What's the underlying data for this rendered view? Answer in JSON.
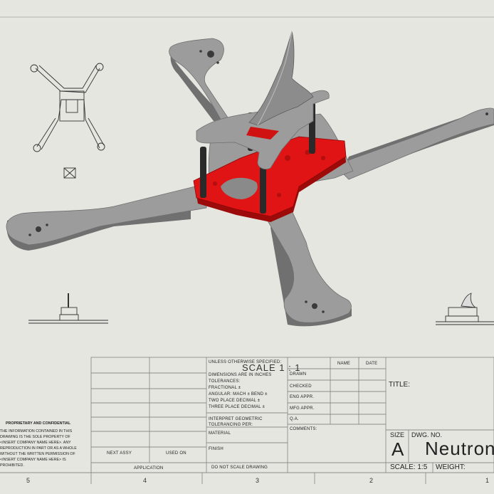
{
  "scale_label": "SCALE 1 : 1",
  "title_block": {
    "tolerance_lines": [
      "UNLESS OTHERWISE SPECIFIED:",
      "DIMENSIONS ARE IN INCHES",
      "TOLERANCES:",
      "FRACTIONAL ±",
      "ANGULAR: MACH ±    BEND ±",
      "TWO PLACE DECIMAL    ±",
      "THREE PLACE DECIMAL   ±"
    ],
    "interpret_geometric": [
      "INTERPRET GEOMETRIC",
      "TOLERANCING PER:"
    ],
    "material_label": "MATERIAL",
    "finish_label": "FINISH",
    "do_not_scale": "DO NOT SCALE DRAWING",
    "name_header": "NAME",
    "date_header": "DATE",
    "signoff_rows": [
      "DRAWN",
      "CHECKED",
      "ENG APPR.",
      "MFG APPR.",
      "Q.A.",
      "COMMENTS:"
    ],
    "title_label": "TITLE:",
    "size_label": "SIZE",
    "size_value": "A",
    "dwg_no_label": "DWG.  NO.",
    "dwg_no_value": "Neutron",
    "scale_field": "SCALE: 1:5",
    "weight_label": "WEIGHT:",
    "next_assy": "NEXT ASSY",
    "used_on": "USED ON",
    "application": "APPLICATION"
  },
  "proprietary": {
    "heading": "PROPRIETARY AND CONFIDENTIAL",
    "lines": [
      "THE INFORMATION CONTAINED IN THIS",
      "DRAWING IS THE SOLE PROPERTY OF",
      "<INSERT COMPANY NAME HERE>. ANY",
      "REPRODUCTION IN PART OR AS A WHOLE",
      "WITHOUT THE WRITTEN PERMISSION OF",
      "<INSERT COMPANY NAME HERE> IS",
      "PROHIBITED."
    ]
  },
  "zone_numbers": [
    "5",
    "4",
    "3",
    "2",
    "1"
  ],
  "colors": {
    "sheet_bg": "#e6e6e1",
    "frame_line": "#8c8c8c",
    "frame_part": "#9c9c9c",
    "frame_part_shade": "#6f6f6f",
    "plate_red": "#e01414",
    "plate_red_shade": "#9c0a0a",
    "standoff": "#2a2a2a"
  }
}
